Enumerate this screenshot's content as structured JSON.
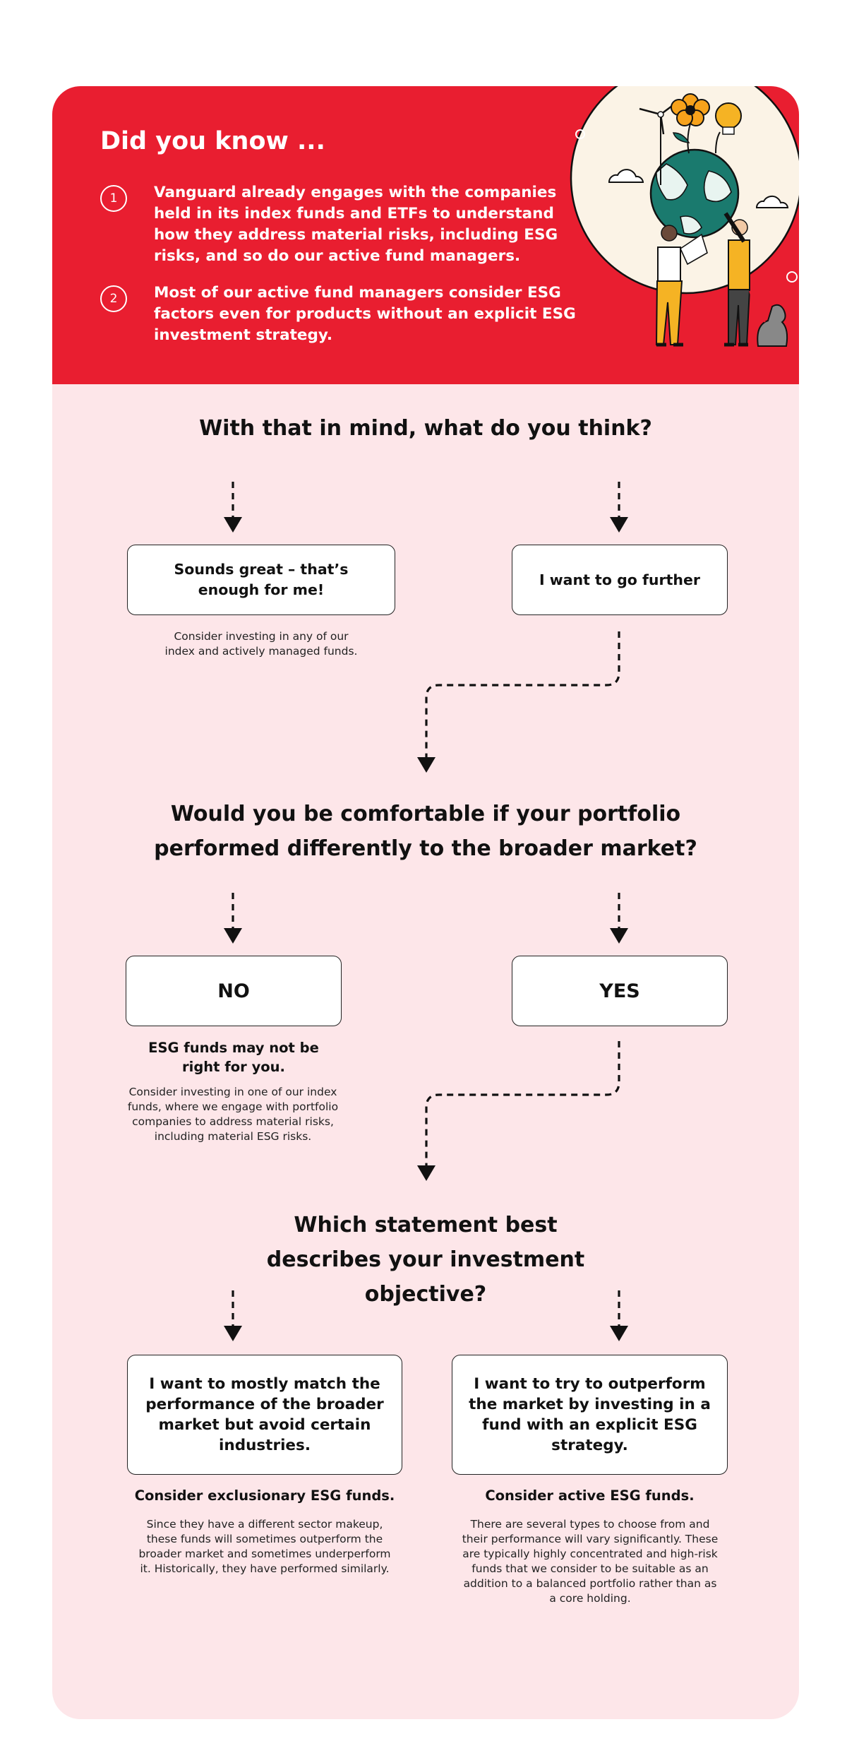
{
  "hero": {
    "title": "Did you know ...",
    "facts": [
      {
        "number": "1",
        "text": "Vanguard already engages with the companies held in its index funds and ETFs to understand how they address material risks, including ESG risks, and so do our active fund managers."
      },
      {
        "number": "2",
        "text": "Most of our active fund managers consider ESG factors even for products without an explicit ESG investment strategy."
      }
    ]
  },
  "step1": {
    "question": "With that in mind, what do you think?",
    "left_option": "Sounds great – that’s enough for me!",
    "left_note": "Consider investing in any of our index and actively managed funds.",
    "right_option": "I want to go further"
  },
  "step2": {
    "question": "Would you be comfortable if your portfolio performed differently to the broader market?",
    "left_option": "NO",
    "left_heading": "ESG funds may not be right for you.",
    "left_note": "Consider investing in one of our index funds, where we engage with portfolio companies to address material risks, including material ESG risks.",
    "right_option": "YES"
  },
  "step3": {
    "question": "Which statement best describes your investment objective?",
    "left_option": "I want to mostly match the performance of the broader market but avoid certain industries.",
    "left_heading": "Consider exclusionary ESG funds.",
    "left_note": "Since they have a different sector makeup, these funds will sometimes outperform the broader market and sometimes underperform it. Historically, they have performed similarly.",
    "right_option": "I want to try to outperform the market by investing in a fund with an explicit ESG strategy.",
    "right_heading": "Consider active ESG funds.",
    "right_note": "There are several types to choose from and their performance will vary significantly. These are typically highly concentrated and high-risk funds that we consider to be suitable as an addition to a balanced portfolio rather than as a core holding."
  },
  "colors": {
    "hero_red": "#e91e30",
    "card_pink": "#fde6e9",
    "globe_teal": "#1a7a6e",
    "flower_orange": "#f7a21b",
    "figure_yellow": "#f5b324"
  },
  "illustration": {
    "icons": [
      "globe-icon",
      "flower-icon",
      "lightbulb-icon",
      "wind-turbine-icon",
      "cloud-icon",
      "person-icon",
      "dog-icon"
    ]
  }
}
